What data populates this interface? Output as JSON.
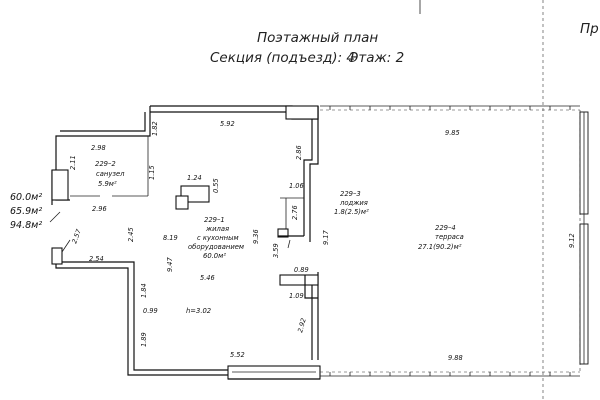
{
  "header": {
    "title": "Поэтажный план",
    "section": "Секция (подъезд): 4",
    "floor": "Этаж: 2",
    "corner": "Пр"
  },
  "areas": [
    "60.0м²",
    "65.9м²",
    "94.8м²"
  ],
  "rooms": {
    "r2": {
      "num": "229–2",
      "name": "санузел",
      "area": "5.9м²"
    },
    "r1": {
      "num": "229–1",
      "name1": "жилая",
      "name2": "с кухонным",
      "name3": "оборудованием",
      "area": "60.0м²",
      "height": "h=3.02"
    },
    "r3": {
      "num": "229–3",
      "name": "лоджия",
      "area": "1.8(2.5)м²"
    },
    "r4": {
      "num": "229–4",
      "name": "терраса",
      "area": "27.1(90.2)м²"
    }
  },
  "dims": {
    "d592": "5.92",
    "d182": "1.82",
    "d985": "9.85",
    "d298": "2.98",
    "d211": "2.11",
    "d115": "1.15",
    "d124": "1.24",
    "d055": "0.55",
    "d286": "2.86",
    "d106": "1.06",
    "d276": "2.76",
    "d296": "2.96",
    "d257": "2.57",
    "d245": "2.45",
    "d819": "8.19",
    "d936": "9.36",
    "d359": "3.59",
    "d917": "9.17",
    "d912": "9.12",
    "d089": "0.89",
    "d254": "2.54",
    "d947": "9.47",
    "d546": "5.46",
    "d109": "1.09",
    "d184": "1.84",
    "d099": "0.99",
    "d292": "2.92",
    "d189": "1.89",
    "d552": "5.52",
    "d988": "9.88"
  }
}
